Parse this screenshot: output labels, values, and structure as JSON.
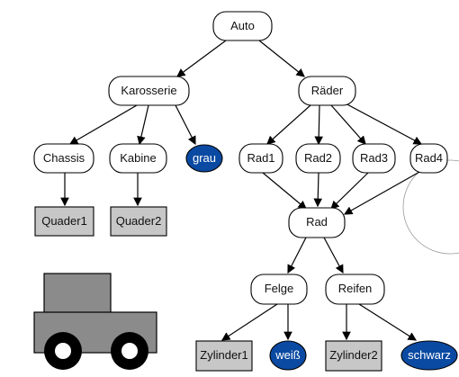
{
  "colors": {
    "blue_fill": "#0b4aa2",
    "leaf_fill": "#c7c7c7",
    "car_fill": "#8b8b8b"
  },
  "tree": {
    "root": "Auto",
    "karosserie": "Karosserie",
    "raeder": "Räder",
    "chassis": "Chassis",
    "kabine": "Kabine",
    "grau": "grau",
    "rad1": "Rad1",
    "rad2": "Rad2",
    "rad3": "Rad3",
    "rad4": "Rad4",
    "quader1": "Quader1",
    "quader2": "Quader2",
    "rad": "Rad",
    "felge": "Felge",
    "reifen": "Reifen",
    "zylinder1": "Zylinder1",
    "weiss": "weiß",
    "zylinder2": "Zylinder2",
    "schwarz": "schwarz"
  }
}
